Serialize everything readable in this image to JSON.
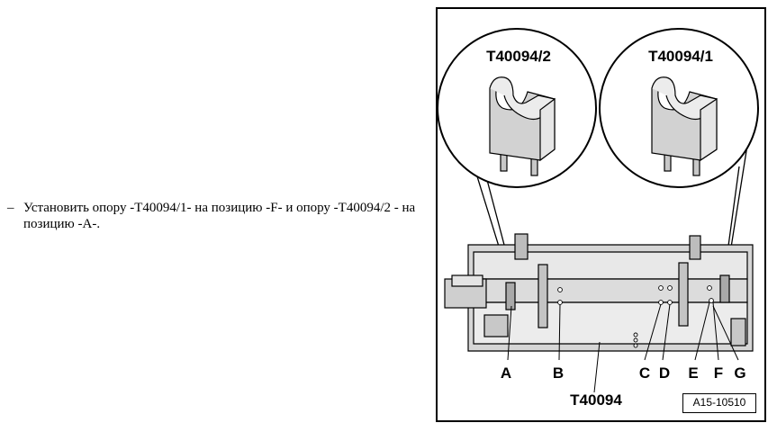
{
  "instruction": {
    "bullet": "–",
    "text": "Установить опору -T40094/1- на позицию -F- и опору -T40094/2 - на позицию -A-."
  },
  "figure": {
    "detail_left_label": "T40094/2",
    "detail_right_label": "T40094/1",
    "base_label": "T40094",
    "positions": [
      "A",
      "B",
      "C",
      "D",
      "E",
      "F",
      "G"
    ],
    "figure_id": "A15-10510"
  }
}
